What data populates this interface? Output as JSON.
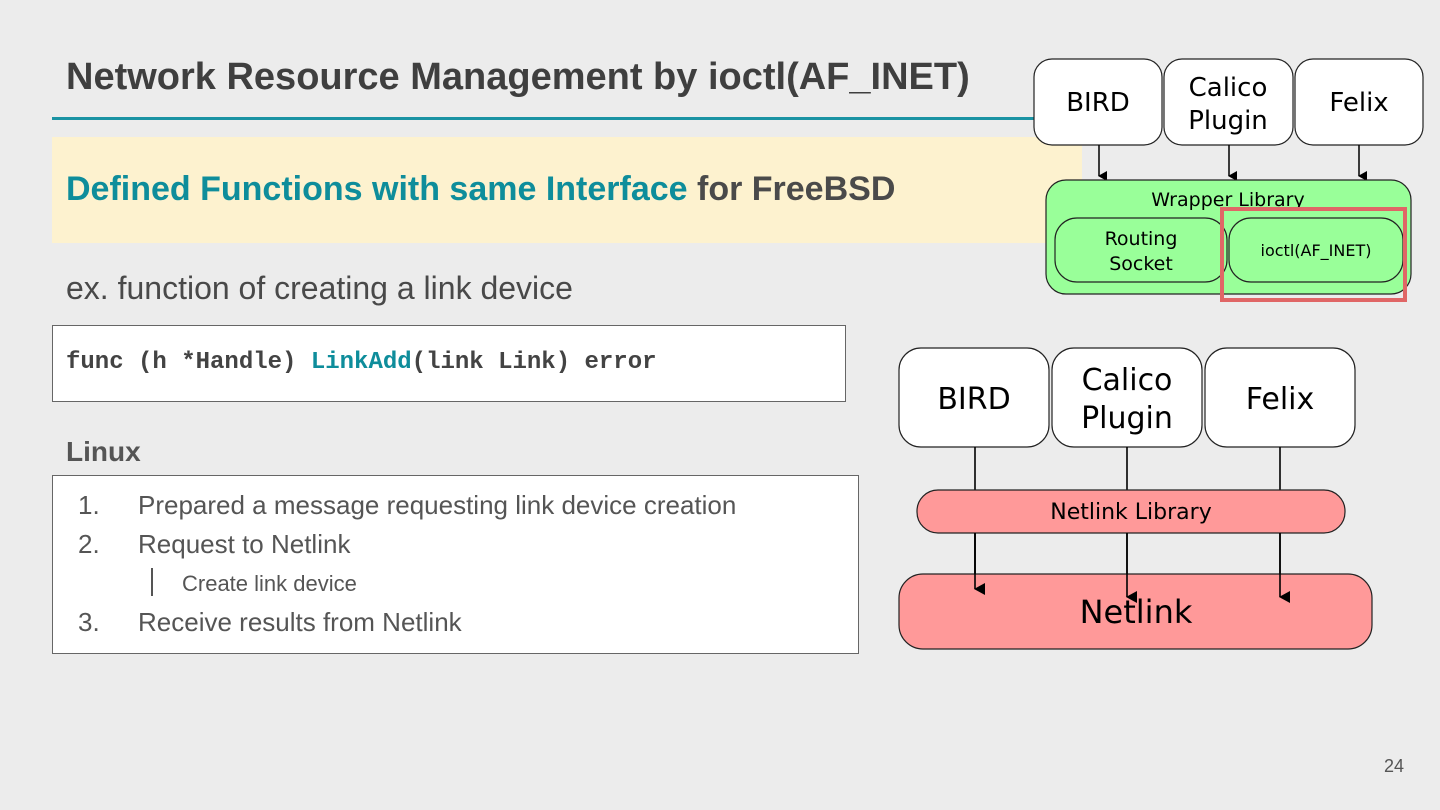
{
  "slide": {
    "title": "Network Resource Management by ioctl(AF_INET)",
    "callout_highlight": "Defined Functions with same Interface",
    "callout_rest": " for FreeBSD",
    "example": "ex. function of creating a link device",
    "code_prefix": "func (h *Handle) ",
    "code_func": "LinkAdd",
    "code_suffix": "(link Link) error",
    "linux_heading": "Linux",
    "steps": [
      {
        "num": "1.",
        "text": "Prepared a message requesting link device creation"
      },
      {
        "num": "2.",
        "text": "Request to Netlink"
      },
      {
        "num": "3.",
        "text": "Receive results from Netlink"
      }
    ],
    "substep": "Create link device",
    "page_number": "24"
  },
  "freebsd_diagram": {
    "apps": [
      "BIRD",
      "Calico Plugin",
      "Felix"
    ],
    "wrapper_label": "Wrapper Library",
    "routing_socket": "Routing Socket",
    "ioctl": "ioctl(AF_INET)",
    "highlight_color": "#e06666",
    "wrapper_color": "#99ff99"
  },
  "linux_diagram": {
    "apps": [
      "BIRD",
      "Calico Plugin",
      "Felix"
    ],
    "library_label": "Netlink Library",
    "kernel_label": "Netlink",
    "color": "#ff9999"
  }
}
